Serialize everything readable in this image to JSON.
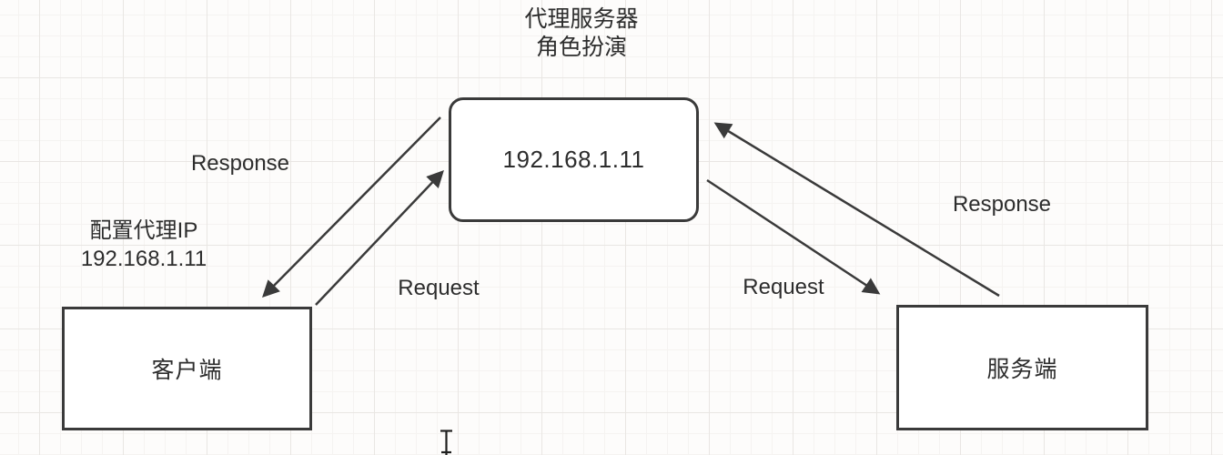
{
  "diagram": {
    "title_line1": "代理服务器",
    "title_line2": "角色扮演",
    "nodes": {
      "proxy": {
        "label": "192.168.1.11"
      },
      "client": {
        "label": "客户端"
      },
      "server": {
        "label": "服务端"
      }
    },
    "client_note_line1": "配置代理IP",
    "client_note_line2": "192.168.1.11",
    "edges": {
      "client_response": "Response",
      "client_request": "Request",
      "server_request": "Request",
      "server_response": "Response"
    },
    "icons": {
      "cursor": "text-ibeam-cursor"
    },
    "colors": {
      "stroke": "#3a3a3a",
      "text": "#2d2d2d",
      "background": "#fdfcfb",
      "grid_major": "#e9e6e3",
      "grid_minor": "#f5f3f1",
      "node_fill": "#ffffff"
    }
  }
}
